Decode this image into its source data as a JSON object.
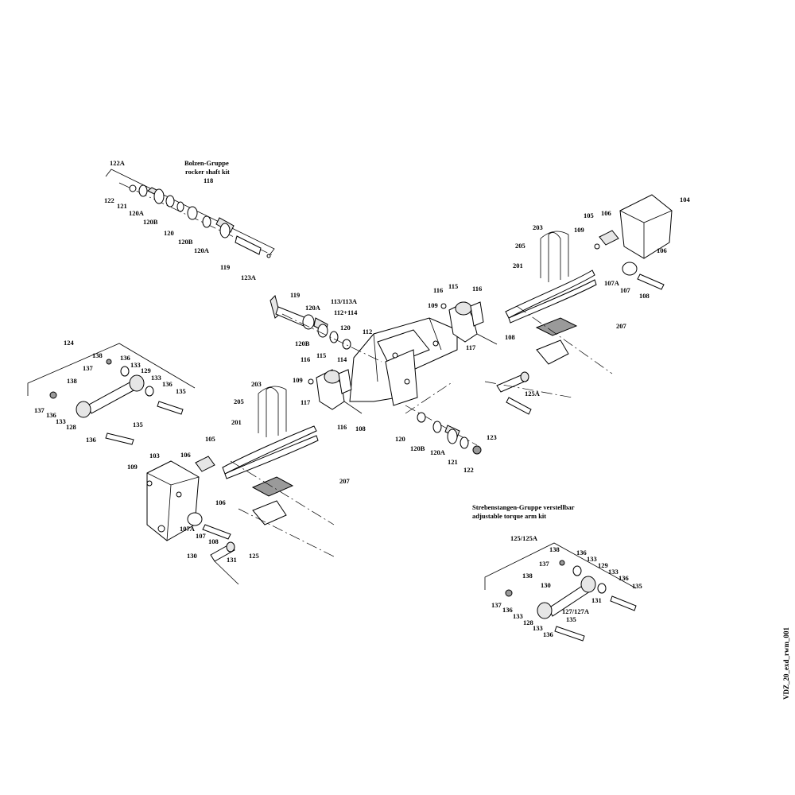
{
  "groups": {
    "rocker_shaft_kit": {
      "title_de": "Bolzen-Gruppe",
      "title_en": "rocker shaft kit",
      "number": "118"
    },
    "torque_arm_kit": {
      "title_de": "Strebenstangen-Gruppe verstellbar",
      "title_en": "adjustable torque arm kit",
      "number": "125/125A"
    },
    "arm_group_left": {
      "number": "124"
    }
  },
  "drawing_id": "VDZ_20_exd_rwm_001",
  "callouts": [
    "122A",
    "122",
    "121",
    "120A",
    "120B",
    "120",
    "120B",
    "120A",
    "119",
    "123A",
    "119",
    "120A",
    "120B",
    "120",
    "113/113A",
    "112+114",
    "112",
    "116",
    "115",
    "116",
    "109",
    "117",
    "108",
    "203",
    "205",
    "201",
    "105",
    "106",
    "104",
    "109",
    "106",
    "107A",
    "107",
    "108",
    "207",
    "116",
    "115",
    "114",
    "109",
    "117",
    "116",
    "108",
    "203",
    "205",
    "201",
    "207",
    "125A",
    "120",
    "120B",
    "120A",
    "121",
    "123",
    "122",
    "138",
    "137",
    "136",
    "133",
    "129",
    "133",
    "136",
    "135",
    "138",
    "137",
    "136",
    "133",
    "128",
    "136",
    "135",
    "109",
    "103",
    "106",
    "105",
    "106",
    "107A",
    "107",
    "108",
    "130",
    "131",
    "125",
    "138",
    "137",
    "136",
    "133",
    "129",
    "133",
    "136",
    "135",
    "130",
    "138",
    "137",
    "136",
    "133",
    "128",
    "133",
    "136",
    "131",
    "127/127A",
    "135"
  ]
}
